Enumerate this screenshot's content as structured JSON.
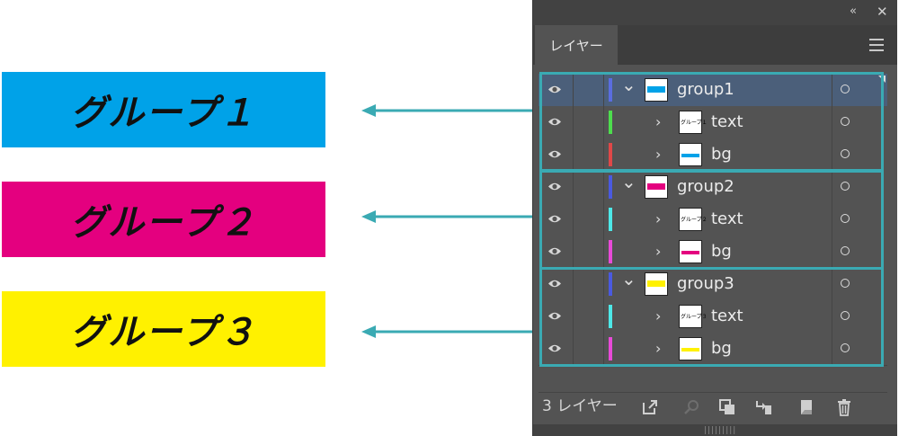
{
  "labels": [
    {
      "text": "グループ１",
      "color": "#00a2e8"
    },
    {
      "text": "グループ２",
      "color": "#e4007f"
    },
    {
      "text": "グループ３",
      "color": "#fff100"
    }
  ],
  "panel": {
    "tab_label": "レイヤー",
    "collapse_icon": "double-chevron-left-icon",
    "close_icon": "close-icon",
    "menu_icon": "hamburger-menu-icon",
    "layers": [
      {
        "name": "group1",
        "level": 0,
        "expanded": true,
        "selected": true,
        "bar_color": "#5a6de0",
        "thumb_strip": "#00a2e8"
      },
      {
        "name": "text",
        "level": 1,
        "expanded": false,
        "bar_color": "#4ddd4d",
        "thumb_text": "グループ１"
      },
      {
        "name": "bg",
        "level": 1,
        "expanded": false,
        "bar_color": "#e04848",
        "thumb_strip": "#00a2e8"
      },
      {
        "name": "group2",
        "level": 0,
        "expanded": true,
        "bar_color": "#4a5ae0",
        "thumb_strip": "#e4007f"
      },
      {
        "name": "text",
        "level": 1,
        "expanded": false,
        "bar_color": "#4de8e8",
        "thumb_text": "グループ２"
      },
      {
        "name": "bg",
        "level": 1,
        "expanded": false,
        "bar_color": "#e84ad8",
        "thumb_strip": "#e4007f"
      },
      {
        "name": "group3",
        "level": 0,
        "expanded": true,
        "bar_color": "#4a5ae0",
        "thumb_strip": "#fff100"
      },
      {
        "name": "text",
        "level": 1,
        "expanded": false,
        "bar_color": "#4de8e8",
        "thumb_text": "グループ３"
      },
      {
        "name": "bg",
        "level": 1,
        "expanded": false,
        "bar_color": "#e84ad8",
        "thumb_strip": "#fff100"
      }
    ],
    "layer_count": "3 レイヤー",
    "footer_icons": [
      "export-icon",
      "search-icon",
      "clip-mask-icon",
      "sublayer-icon",
      "new-layer-icon",
      "trash-icon"
    ]
  },
  "outline_color": "#3aaab3"
}
